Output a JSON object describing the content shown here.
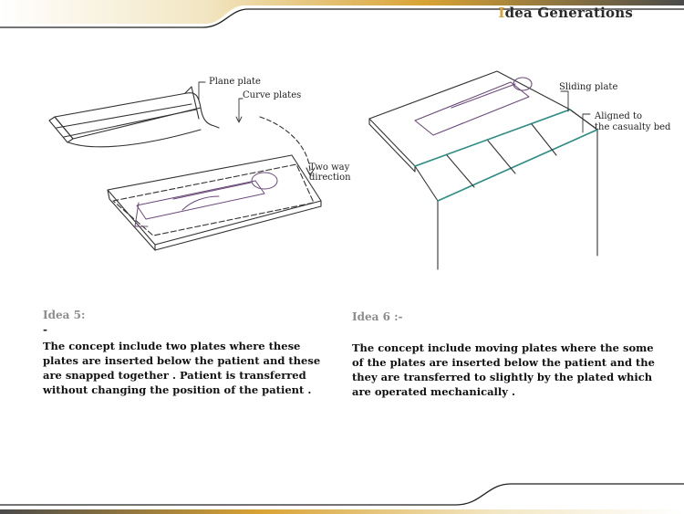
{
  "header": {
    "title_first_letter": "I",
    "title_rest": "dea  Generations",
    "accent_color": "#d9a334"
  },
  "idea5": {
    "heading": "Idea 5:",
    "dash": "-",
    "description": "The concept include two plates where these plates are inserted below the patient and these are snapped together . Patient is transferred without changing the position of the patient .",
    "labels": {
      "plane_plate": "Plane plate",
      "curve_plates": "Curve plates",
      "direction_line1": "Two way",
      "direction_line2": "direction"
    }
  },
  "idea6": {
    "heading": "Idea 6 :-",
    "description": "The concept include moving plates where the some of the plates are inserted below the patient and the they are transferred to slightly by the plated which are operated mechanically .",
    "labels": {
      "sliding_plate": "Sliding plate",
      "aligned_line1": "Aligned to",
      "aligned_line2": "the casualty bed"
    }
  }
}
